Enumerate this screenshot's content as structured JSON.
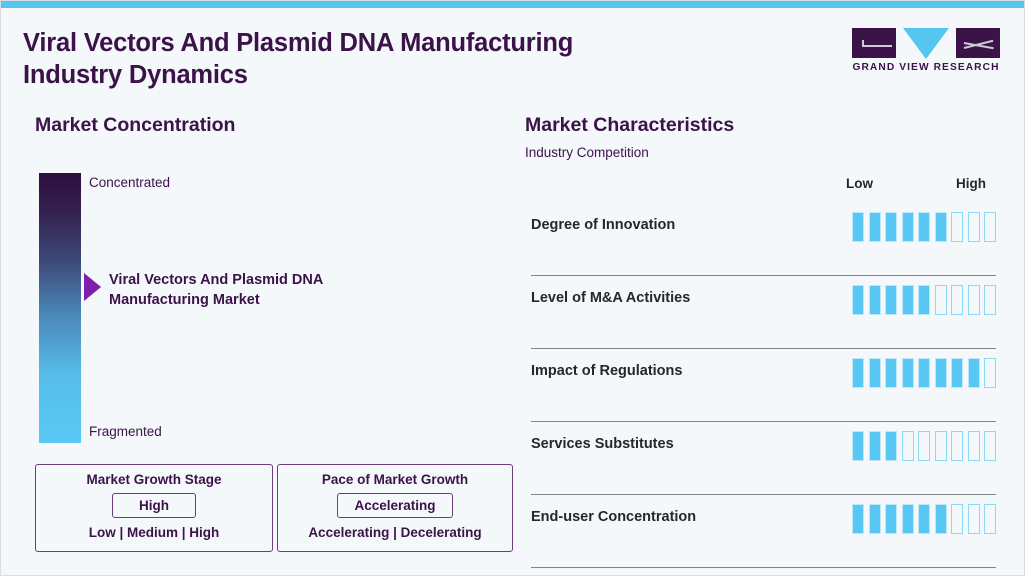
{
  "header": {
    "title_line1": "Viral Vectors And Plasmid DNA Manufacturing",
    "title_line2": "Industry Dynamics",
    "logo_text": "GRAND VIEW RESEARCH"
  },
  "colors": {
    "top_accent": "#56c5f0",
    "brand_purple": "#3b1348",
    "accent_blue": "#59c7f3",
    "marker_purple": "#7d1fa8",
    "page_background": "#f4f8fb"
  },
  "market_concentration": {
    "heading": "Market Concentration",
    "top_label": "Concentrated",
    "bottom_label": "Fragmented",
    "marker_line1": "Viral Vectors And Plasmid DNA",
    "marker_line2": "Manufacturing Market",
    "marker_position_pct": 42,
    "boxes": [
      {
        "title": "Market Growth Stage",
        "value": "High",
        "options": "Low | Medium | High"
      },
      {
        "title": "Pace of Market Growth",
        "value": "Accelerating",
        "options": "Accelerating | Decelerating"
      }
    ]
  },
  "market_characteristics": {
    "heading": "Market Characteristics",
    "subheading": "Industry Competition",
    "scale_low": "Low",
    "scale_high": "High",
    "segments_total": 9,
    "rows": [
      {
        "label": "Degree of Innovation",
        "filled": 6
      },
      {
        "label": "Level of M&A Activities",
        "filled": 5
      },
      {
        "label": "Impact of Regulations",
        "filled": 8
      },
      {
        "label": "Services Substitutes",
        "filled": 3
      },
      {
        "label": "End-user Concentration",
        "filled": 6
      }
    ]
  },
  "chart_data": {
    "type": "bar",
    "title": "Market Characteristics - Industry Competition",
    "xlabel": "",
    "ylabel": "",
    "categories": [
      "Degree of Innovation",
      "Level of M&A Activities",
      "Impact of Regulations",
      "Services Substitutes",
      "End-user Concentration"
    ],
    "values": [
      6,
      5,
      8,
      3,
      6
    ],
    "ylim": [
      0,
      9
    ],
    "tick_labels": [
      "Low",
      "High"
    ],
    "grid": false,
    "legend": "none",
    "annotations": [
      "Market Concentration: marker positioned between Concentrated (top) and Fragmented (bottom)",
      "Market Growth Stage: High",
      "Pace of Market Growth: Accelerating"
    ]
  }
}
